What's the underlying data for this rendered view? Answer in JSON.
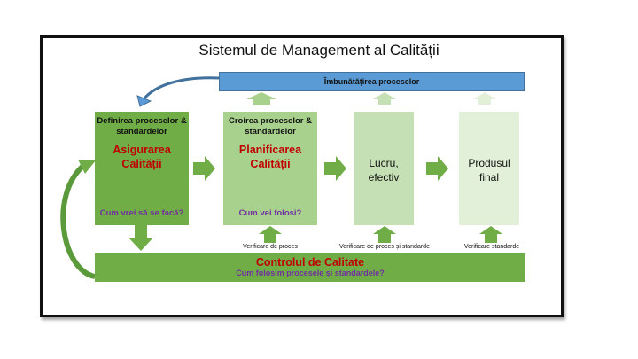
{
  "title": "Sistemul de Management al Calității",
  "improvement_bar": {
    "label": "Îmbunătățirea proceselor"
  },
  "boxes": [
    {
      "subtitle": "Definirea proceselor & standardelor",
      "heading": "Asigurarea Calității",
      "question": "Cum vrei să se facă?"
    },
    {
      "subtitle": "Croirea proceselor & standardelor",
      "heading": "Planificarea Calității",
      "question": "Cum vei folosi?"
    },
    {
      "label": "Lucru, efectiv"
    },
    {
      "label": "Produsul final"
    }
  ],
  "verification_labels": [
    "Verificare de proces",
    "Verificare de proces și standarde",
    "Verificare standarde"
  ],
  "quality_control": {
    "heading": "Controlul de Calitate",
    "question": "Cum folosim procesele și standardele?"
  },
  "colors": {
    "blue": "#5b9bd5",
    "green_dark": "#70ad47",
    "green_mid": "#a9d18e",
    "green_light": "#c5e0b4",
    "green_pale": "#e2f0d9",
    "red_text": "#c00000",
    "purple_text": "#7030a0"
  }
}
